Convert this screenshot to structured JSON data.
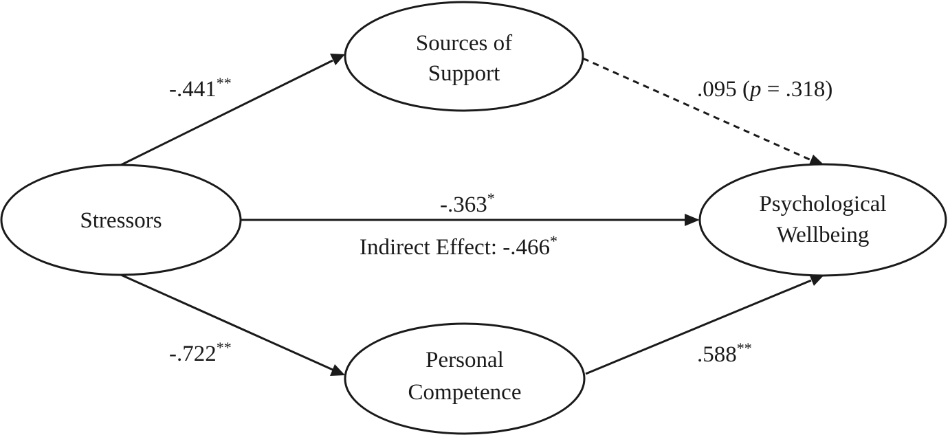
{
  "nodes": {
    "sources_of_support": {
      "line1": "Sources of",
      "line2": "Support"
    },
    "stressors": {
      "label": "Stressors"
    },
    "psychological_wellbeing": {
      "line1": "Psychological",
      "line2": "Wellbeing"
    },
    "personal_competence": {
      "line1": "Personal",
      "line2": "Competence"
    }
  },
  "edges": {
    "stressors_to_support": {
      "coefficient": "-.441",
      "significance": "**"
    },
    "support_to_wellbeing": {
      "prefix": ".095 (",
      "p_symbol": "p",
      "suffix": " = .318)",
      "style": "dashed"
    },
    "stressors_to_wellbeing": {
      "coefficient": "-.363",
      "significance": "*"
    },
    "indirect_effect": {
      "label": "Indirect Effect: -.466",
      "significance": "*"
    },
    "stressors_to_competence": {
      "coefficient": "-.722",
      "significance": "**"
    },
    "competence_to_wellbeing": {
      "coefficient": ".588",
      "significance": "**"
    }
  },
  "colors": {
    "stroke": "#1a1a1a",
    "background": "#ffffff"
  }
}
